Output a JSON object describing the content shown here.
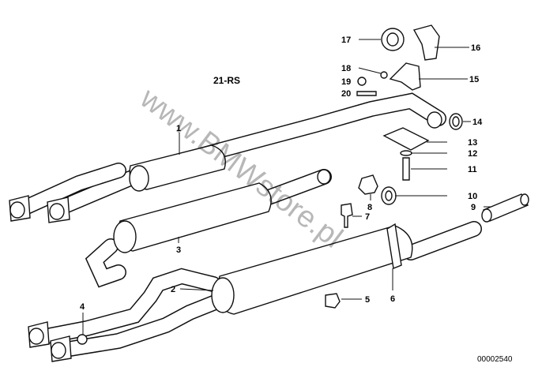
{
  "diagram": {
    "title": "21-RS",
    "code": "00002540",
    "watermark": "www.BMWstore.pl",
    "labels": {
      "p1": "1",
      "p2": "2",
      "p3": "3",
      "p4": "4",
      "p5": "5",
      "p6": "6",
      "p7": "7",
      "p8": "8",
      "p9": "9",
      "p10": "10",
      "p11": "11",
      "p12": "12",
      "p13": "13",
      "p14": "14",
      "p15": "15",
      "p16": "16",
      "p17": "17",
      "p18": "18",
      "p19": "19",
      "p20": "20"
    }
  }
}
